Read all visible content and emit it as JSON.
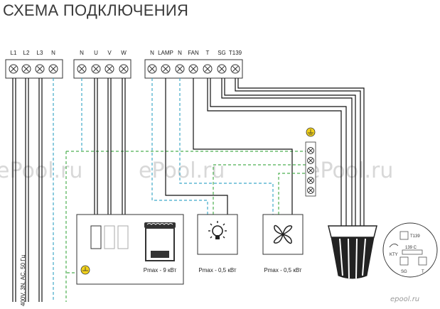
{
  "title": "СХЕМА ПОДКЛЮЧЕНИЯ",
  "terminal_blocks": [
    {
      "labels": [
        "L1",
        "L2",
        "L3",
        "N"
      ]
    },
    {
      "labels": [
        "N",
        "U",
        "V",
        "W"
      ]
    },
    {
      "labels": [
        "N",
        "LAMP",
        "N",
        "FAN",
        "T",
        "SG",
        "T139"
      ]
    }
  ],
  "devices": {
    "heater": {
      "caption": "Pmax - 9 кВт"
    },
    "lamp": {
      "caption": "Pmax - 0,5 кВт"
    },
    "fan": {
      "caption": "Pmax - 0,5 кВт"
    }
  },
  "supply_label": "400V, 3N, AC, 50 Гц",
  "sensor_detail": {
    "labels": [
      "T139",
      "139 C",
      "SG",
      "T",
      "KTY"
    ]
  },
  "watermarks": [
    "ePool.ru",
    "ePool.ru",
    "ePool.ru"
  ],
  "logo": "epool.ru",
  "colors": {
    "wire": "#111111",
    "neutral": "#3fa9c9",
    "earth": "#4caf50",
    "earth_symbol": "#f2d21b"
  }
}
